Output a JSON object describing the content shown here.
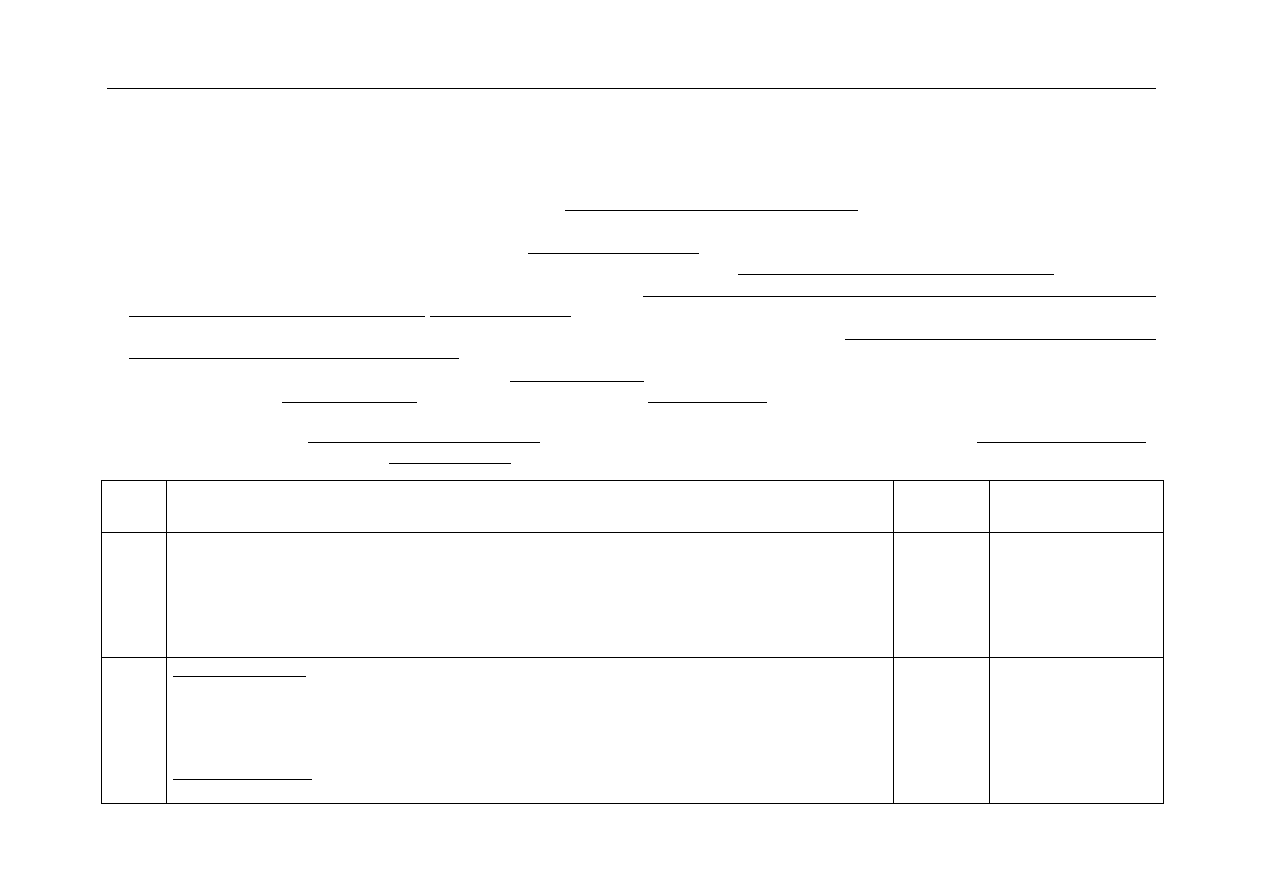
{
  "document": {
    "form_blanks_count": 14,
    "table": {
      "columns": 4,
      "rows": 3
    }
  }
}
